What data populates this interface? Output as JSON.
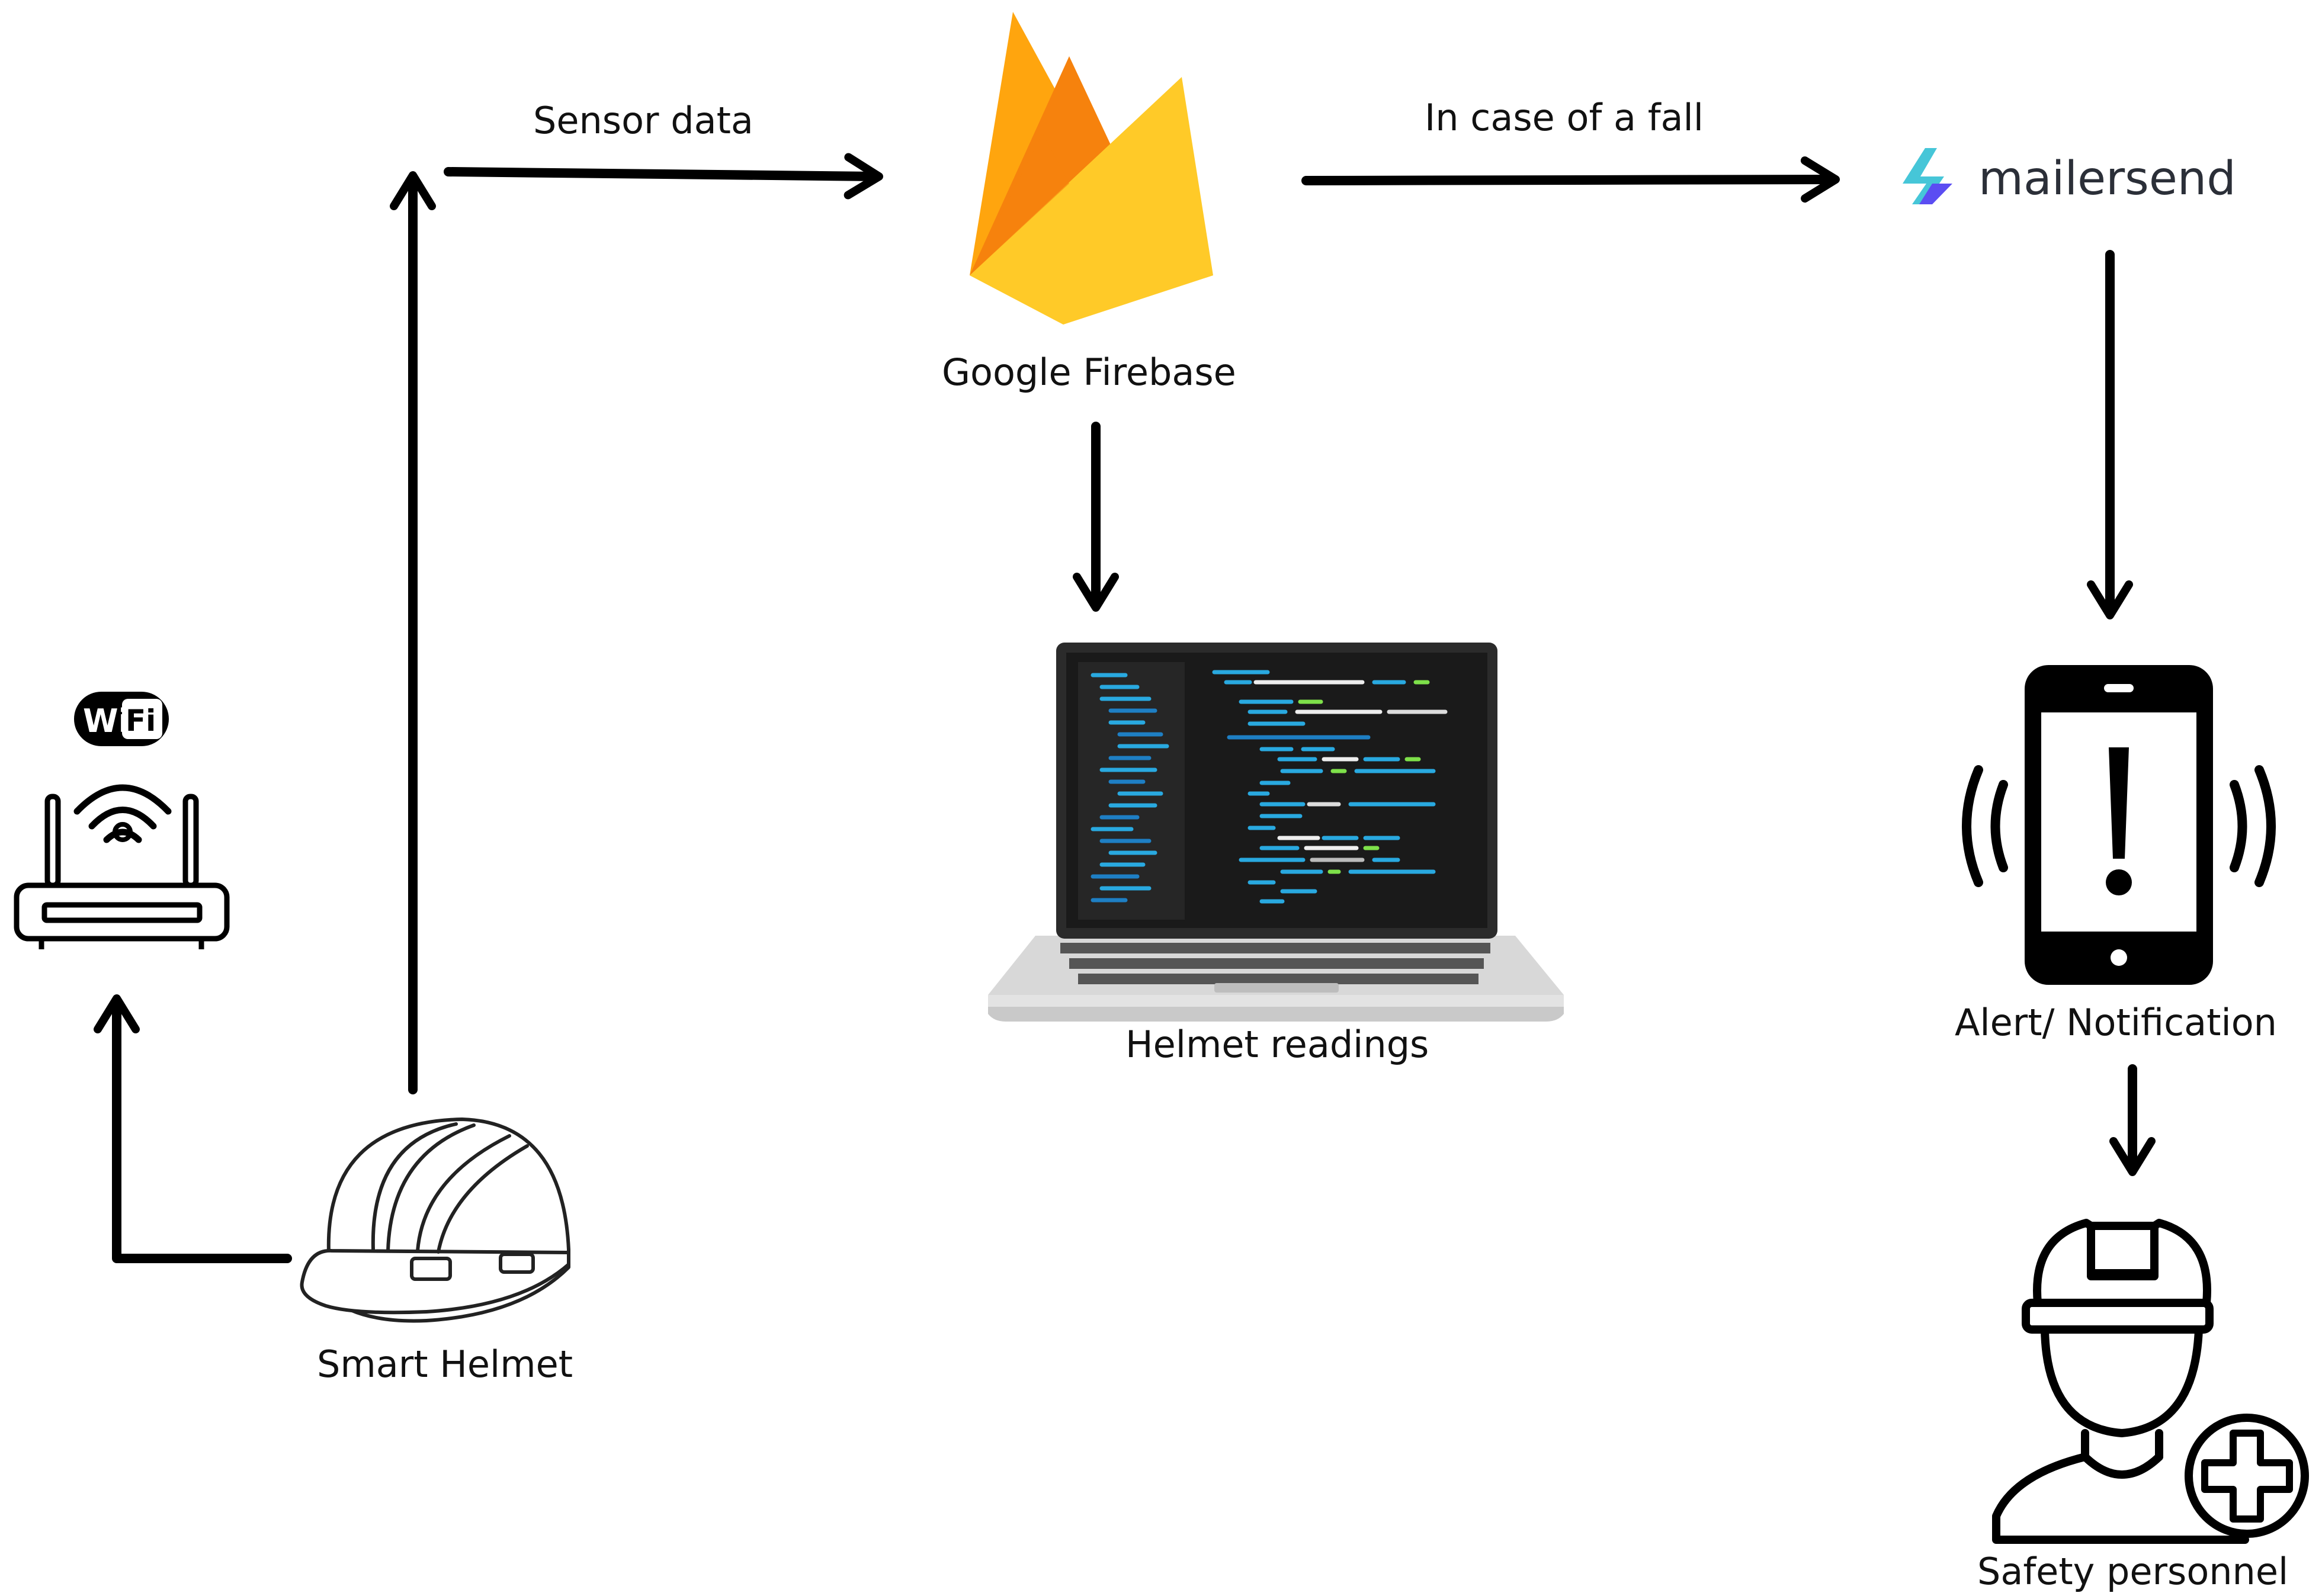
{
  "labels": {
    "sensor_data": "Sensor data",
    "in_case_of_fall": "In case of a fall",
    "google_firebase": "Google Firebase",
    "helmet_readings": "Helmet readings",
    "smart_helmet": "Smart Helmet",
    "alert_notification": "Alert/ Notification",
    "safety_personnel": "Safety personnel"
  },
  "brand": {
    "mailersend": "mailersend",
    "wifi_wi": "Wi",
    "wifi_fi": "Fi"
  },
  "icons": [
    "wifi-router-icon",
    "hard-hat-icon",
    "firebase-logo-icon",
    "laptop-code-icon",
    "mailersend-logo-icon",
    "phone-alert-icon",
    "safety-worker-icon"
  ],
  "colors": {
    "arrow": "#000000",
    "firebase_orange": "#F6820D",
    "firebase_amber": "#FFA50E",
    "firebase_yellow": "#FFCA28",
    "mailersend_teal": "#46C6D8",
    "mailersend_blue": "#5B4DF2"
  }
}
